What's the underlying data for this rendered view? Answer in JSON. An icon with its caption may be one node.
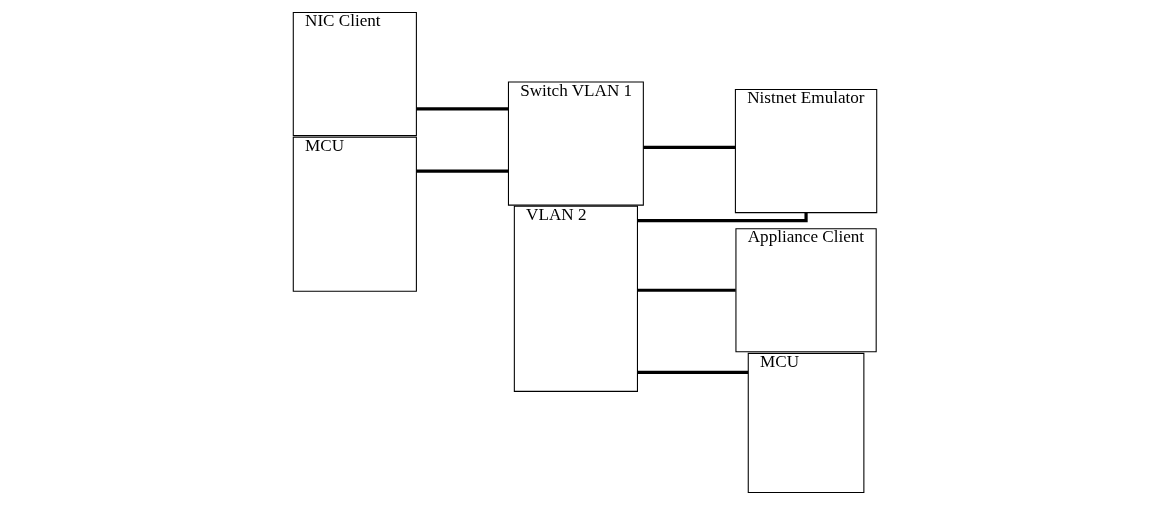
{
  "diagram": {
    "nodes": [
      {
        "text": [
          "NIC Client"
        ]
      },
      {
        "text": [
          "Switch VLAN 1"
        ]
      },
      {
        "text": [
          "Appliance Client"
        ]
      },
      {
        "text": [
          "Nistnet Emulator"
        ]
      },
      {
        "text": [
          "VLAN 2"
        ]
      },
      {
        "text": [
          "MCU"
        ]
      },
      {
        "text": [
          "MCU"
        ]
      }
    ],
    "edges": [
      {
        "from": 0,
        "to": 1,
        "arrow": "none"
      },
      {
        "from": 5,
        "to": 1,
        "arrow": "none"
      },
      {
        "from": 1,
        "to": 3,
        "arrow": "none"
      },
      {
        "from": 4,
        "to": 3,
        "arrow": "none"
      },
      {
        "from": 4,
        "to": 2,
        "arrow": "none"
      },
      {
        "from": 4,
        "to": 6,
        "arrow": "none"
      }
    ]
  }
}
